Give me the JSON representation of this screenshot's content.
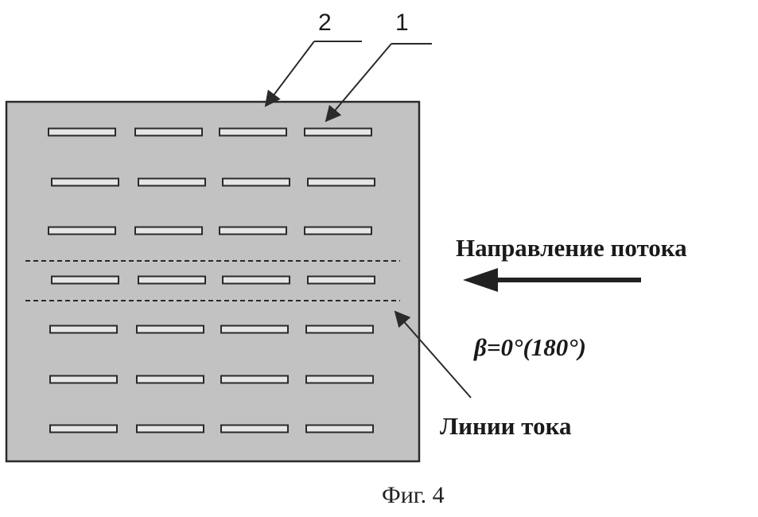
{
  "diagram": {
    "callouts": {
      "label_1": "1",
      "label_2": "2"
    },
    "flow_direction_label": "Направление потока",
    "angle_label": "β=0°(180°)",
    "streamlines_label": "Линии тока",
    "caption": "Фиг. 4",
    "grid": {
      "rows": 7,
      "columns": 4
    },
    "colors": {
      "panel": "#c2c2c2",
      "stroke": "#2a2a2a",
      "slot_fill": "#e6e6e6"
    }
  }
}
